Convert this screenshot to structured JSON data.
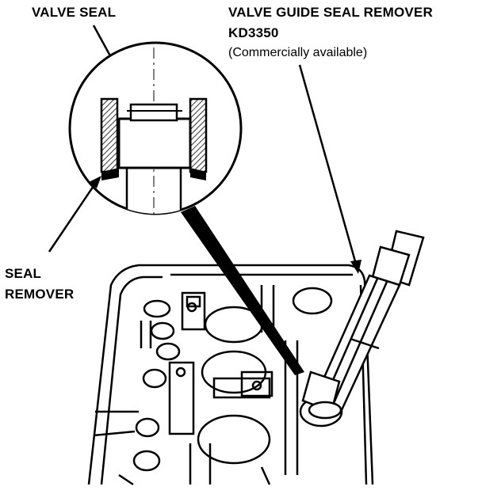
{
  "labels": {
    "valve_seal": "VALVE SEAL",
    "remover_title": "VALVE GUIDE SEAL REMOVER",
    "remover_part_no": "KD3350",
    "remover_note": "(Commercially available)",
    "seal_remover_line1": "SEAL",
    "seal_remover_line2": "REMOVER"
  }
}
